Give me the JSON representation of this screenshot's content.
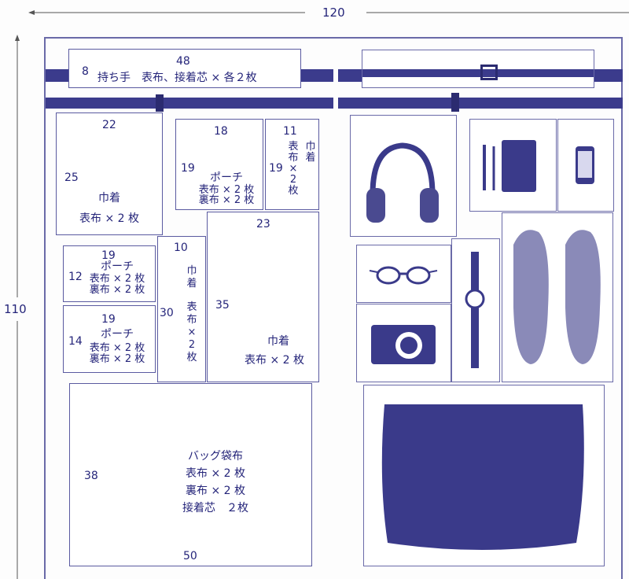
{
  "dimensions": {
    "width": "120",
    "height": "110"
  },
  "handle": {
    "width": "48",
    "height": "8",
    "label": "持ち手　表布、接着芯 × 各２枚"
  },
  "drawstring_top_left": {
    "width": "22",
    "height": "25",
    "name": "巾着",
    "detail": "表布 × 2 枚"
  },
  "pouch_top": {
    "width": "18",
    "height": "19",
    "name": "ポーチ",
    "line1": "表布 × 2 枚",
    "line2": "裏布 × 2 枚"
  },
  "drawstring_narrow_top": {
    "width": "11",
    "height": "19",
    "col1": [
      "巾",
      "着"
    ],
    "col2": [
      "表",
      "布",
      "×",
      "2",
      "枚"
    ]
  },
  "pouch_mid1": {
    "width": "19",
    "height": "12",
    "name": "ポーチ",
    "line1": "表布 × 2 枚",
    "line2": "裏布 × 2 枚"
  },
  "pouch_mid2": {
    "width": "19",
    "height": "14",
    "name": "ポーチ",
    "line1": "表布 × 2 枚",
    "line2": "裏布 × 2 枚"
  },
  "drawstring_narrow_mid": {
    "width": "10",
    "height": "30",
    "col": [
      "巾",
      "着",
      "",
      "表",
      "布",
      "×",
      "2",
      "枚"
    ]
  },
  "drawstring_large": {
    "width": "23",
    "height": "35",
    "name": "巾着",
    "detail": "表布 × 2 枚"
  },
  "bag_body": {
    "width": "50",
    "height": "38",
    "name": "バッグ袋布",
    "line1": "表布 × 2 枚",
    "line2": "裏布 × 2 枚",
    "line3": "接着芯　２枚"
  },
  "photos": [
    "headphones-icon",
    "notebook-pen-icon",
    "smartphone-icon",
    "glasses-icon",
    "watch-icon",
    "shoes-icon",
    "camera-icon",
    "bag-icon"
  ],
  "colors": {
    "ink": "#25257a",
    "strap": "#3b3b8c",
    "photo_ink": "#3a3a8a"
  }
}
